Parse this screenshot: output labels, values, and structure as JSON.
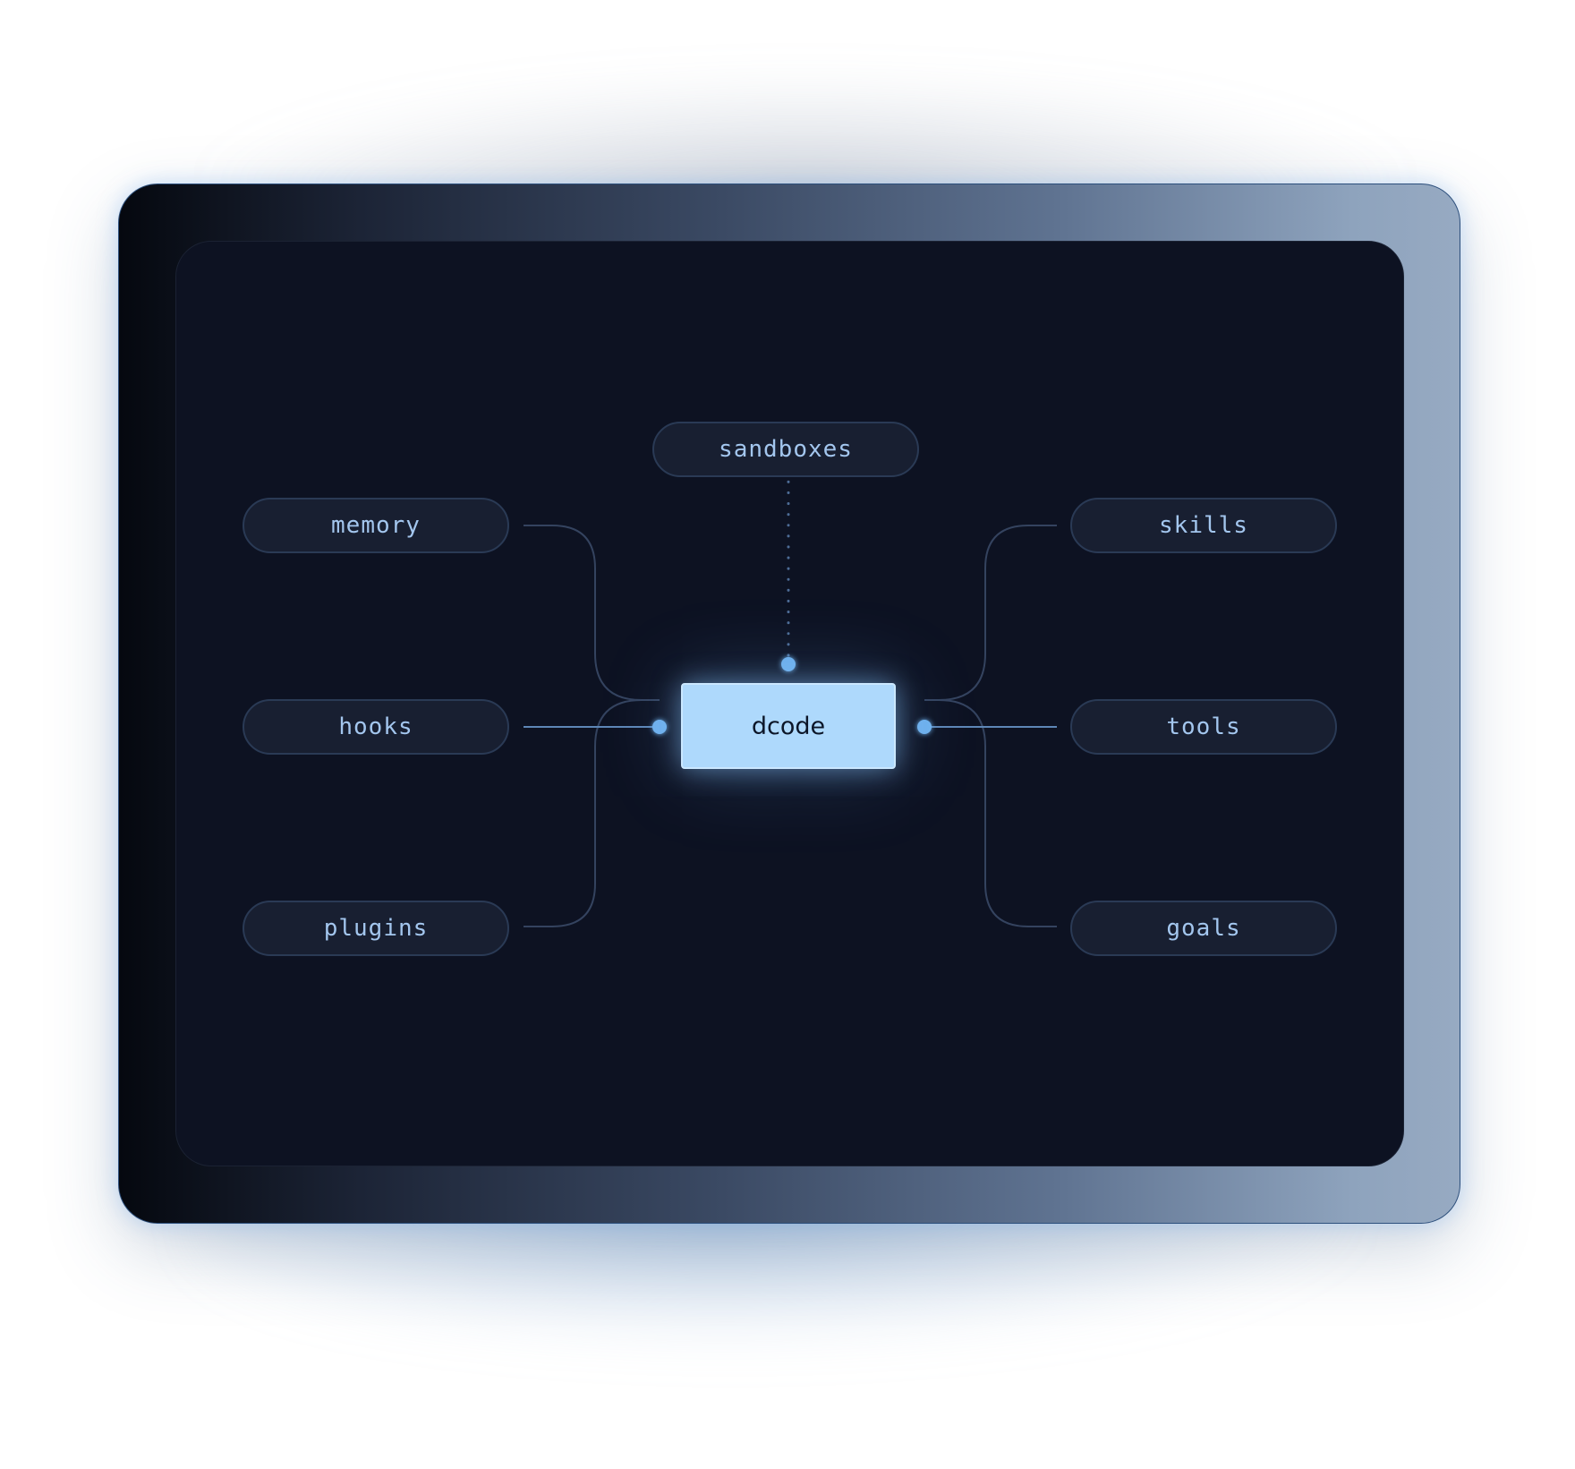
{
  "diagram": {
    "center": {
      "label": "dcode"
    },
    "nodes": {
      "top": "sandboxes",
      "left": [
        "memory",
        "hooks",
        "plugins"
      ],
      "right": [
        "skills",
        "tools",
        "goals"
      ]
    }
  },
  "colors": {
    "frame_border": "#2c4f7c",
    "panel_background": "#0d1222",
    "pill_background": "#181f31",
    "pill_border": "#2a3a55",
    "pill_text": "#a3c6ee",
    "core_fill": "#aed9fc",
    "core_text": "#0c1628",
    "connector": "#34435f",
    "connector_active": "#5d86b6",
    "port_dot": "#6fb2ee"
  }
}
